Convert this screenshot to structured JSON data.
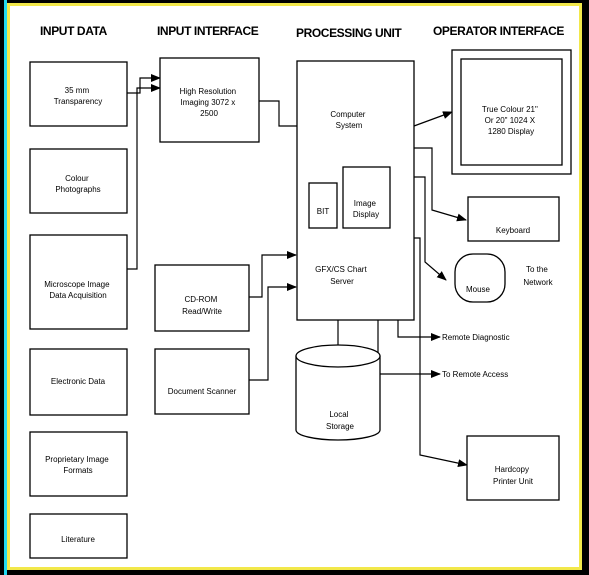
{
  "headers": {
    "input_data": "INPUT DATA",
    "input_interface": "INPUT INTERFACE",
    "processing_unit": "PROCESSING UNIT",
    "operator_interface": "OPERATOR INTERFACE"
  },
  "input_data": [
    {
      "id": "slide",
      "lines": [
        "35 mm",
        "Transparency"
      ]
    },
    {
      "id": "colour",
      "lines": [
        "Colour",
        "Photographs"
      ]
    },
    {
      "id": "microscope",
      "lines": [
        "Microscope Image",
        "Data Acquisition"
      ]
    },
    {
      "id": "electronic",
      "lines": [
        "Electronic Data"
      ]
    },
    {
      "id": "proprietary",
      "lines": [
        "Proprietary Image",
        "Formats"
      ]
    },
    {
      "id": "literature",
      "lines": [
        "Literature"
      ]
    }
  ],
  "input_interface": [
    {
      "id": "hires",
      "lines": [
        "High Resolution",
        "Imaging 3072 x",
        "2500"
      ]
    },
    {
      "id": "cdrom",
      "lines": [
        "CD-ROM",
        "Read/Write"
      ]
    },
    {
      "id": "scanner",
      "lines": [
        "Document Scanner"
      ]
    }
  ],
  "processing": {
    "computer": [
      "Computer",
      "System"
    ],
    "bit": [
      "BIT"
    ],
    "image_display": [
      "Image",
      "Display"
    ],
    "gfx": [
      "GFX/CS Chart",
      "Server"
    ],
    "storage": [
      "Local",
      "Storage"
    ]
  },
  "operator": {
    "monitor": [
      "True Colour 21\"",
      "Or 20\" 1024 X",
      "1280 Display"
    ],
    "keyboard": [
      "Keyboard"
    ],
    "mouse": [
      "Mouse"
    ],
    "network": [
      "To the",
      "Network"
    ],
    "remote_diag": [
      "Remote Diagnostic"
    ],
    "remote_access": [
      "To Remote Access"
    ],
    "printer": [
      "Hardcopy",
      "Printer Unit"
    ]
  },
  "colors": {
    "border_yellow": "#f2e84a",
    "edge_cyan": "#22d8f0",
    "ink": "#000000"
  }
}
